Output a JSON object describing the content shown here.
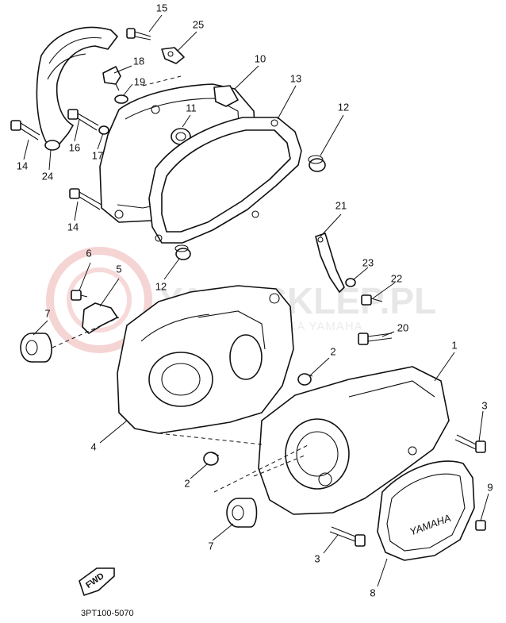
{
  "diagram": {
    "catalog_code": "3PT100-5070",
    "cover_brand": "YAMAHA",
    "fwd_label": "FWD",
    "watermark": {
      "brand": "YAMASKLEP.PL",
      "tagline": "TECHNIKA I LOGIKA YAMAHA",
      "logo_color": "#f3c9c9"
    },
    "callouts": [
      "15",
      "25",
      "10",
      "18",
      "19",
      "13",
      "11",
      "12",
      "16",
      "17",
      "14",
      "24",
      "14",
      "21",
      "6",
      "5",
      "12",
      "23",
      "22",
      "7",
      "20",
      "2",
      "1",
      "4",
      "3",
      "2",
      "9",
      "7",
      "3",
      "8"
    ]
  }
}
